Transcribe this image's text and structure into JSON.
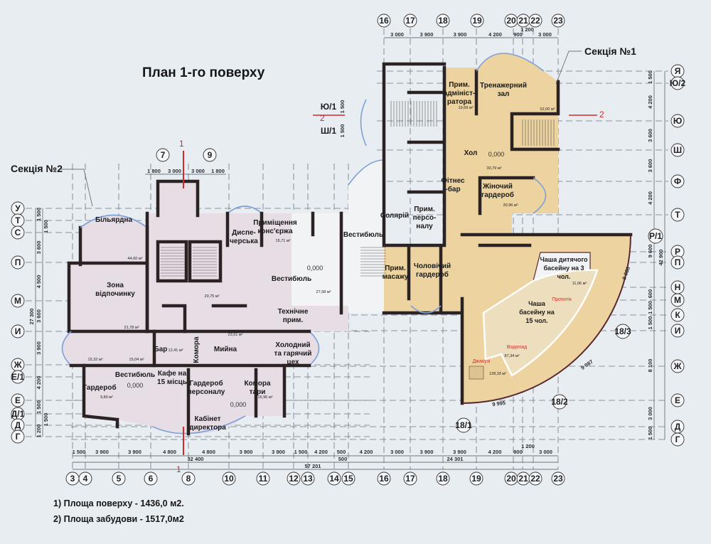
{
  "title": "План 1-го поверху",
  "sections": [
    "Секція №2",
    "Секція №1"
  ],
  "notes": [
    "1)  Площа поверху - 1436,0 м2.",
    "2)  Площа забудови - 1517,0м2"
  ],
  "axes": {
    "bottom_columns": [
      "3",
      "4",
      "5",
      "6",
      "8",
      "10",
      "11",
      "12",
      "13",
      "14",
      "15",
      "16",
      "17",
      "18",
      "19",
      "20",
      "21",
      "22",
      "23"
    ],
    "top_columns": [
      "16",
      "17",
      "18",
      "19",
      "20",
      "21",
      "22",
      "23"
    ],
    "section2_columns": [
      "7",
      "9"
    ],
    "right_rows": [
      "Я",
      "Ю/2",
      "Ю",
      "Ш",
      "Ф",
      "Т",
      "Р",
      "П",
      "Н",
      "М",
      "К",
      "И",
      "Ж",
      "Е",
      "Д",
      "Г"
    ],
    "left_rows": [
      "У",
      "Т",
      "С",
      "П",
      "М",
      "И",
      "Ж",
      "Е/1",
      "Е",
      "Д/1",
      "Д",
      "Г"
    ],
    "misc": [
      "Р/1",
      "18/1",
      "18/2",
      "18/3",
      "Ю/1",
      "Ш/1"
    ]
  },
  "dimensions": {
    "bottom_row1": [
      "1 500",
      "3 900",
      "3 900",
      "4 800",
      "4 800",
      "3 900",
      "3 900",
      "1 500",
      "4 200",
      "500",
      "4 200",
      "3 000",
      "3 900",
      "3 900",
      "4 200",
      "900",
      "1 200",
      "3 000"
    ],
    "bottom_row2": [
      "32 400",
      "500",
      "24 301"
    ],
    "bottom_total": "57 201",
    "top_row": [
      "3 000",
      "3 900",
      "3 900",
      "4 200",
      "900",
      "1 200",
      "3 000"
    ],
    "section2_top": [
      "1 800",
      "3 000",
      "3 000",
      "1 800"
    ],
    "right_col": [
      "1 500",
      "4 200",
      "3 600",
      "3 600",
      "4 200",
      "9 600",
      "600",
      "1 500",
      "1 500",
      "8 100",
      "3 000",
      "1 500"
    ],
    "right_total": "42 900",
    "left_col": [
      "1 500",
      "1 500",
      "3 600",
      "4 500",
      "3 600",
      "3 900",
      "4 200",
      "1 500",
      "1 500",
      "1 200"
    ],
    "left_total": "27 300",
    "stair_side": [
      "1 500",
      "1 500"
    ],
    "arc": [
      "9 986",
      "9 987",
      "9 995"
    ]
  },
  "section_cuts": [
    "1",
    "1",
    "2",
    "2"
  ],
  "rooms": [
    [
      "Більярдна"
    ],
    [
      "Зона",
      "відпочинку"
    ],
    [
      "Диспе-",
      "черська"
    ],
    [
      "Приміщення",
      "конс'єржа"
    ],
    [
      "Вестибюль"
    ],
    [
      "Технічне",
      "прим."
    ],
    [
      "Бар"
    ],
    [
      "Комора"
    ],
    [
      "Мийна"
    ],
    [
      "Холодний",
      "та гарячий",
      "цех"
    ],
    [
      "Кафе на",
      "15 місць"
    ],
    [
      "Гардероб"
    ],
    [
      "Вестибюль"
    ],
    [
      "Гардероб",
      "персоналу"
    ],
    [
      "Комора",
      "тари"
    ],
    [
      "Кабінет",
      "директора"
    ],
    [
      "Вестибюль"
    ],
    [
      "Прим.",
      "адмініст-",
      "ратора"
    ],
    [
      "Тренажерний",
      "зал"
    ],
    [
      "Хол"
    ],
    [
      "Фітнес",
      "-бар"
    ],
    [
      "Жіночий",
      "гардероб"
    ],
    [
      "Солярій"
    ],
    [
      "Прим.",
      "персо-",
      "налу"
    ],
    [
      "Прим.",
      "масажу"
    ],
    [
      "Чоловічий",
      "гардероб"
    ],
    [
      "Чаша дитячого",
      "басейну на 3",
      "чол."
    ],
    [
      "Чаша",
      "басейну на",
      "15 чол."
    ]
  ],
  "areas": [
    "44,60 м²",
    "21,78 м²",
    "15,32 м²",
    "15,04 м²",
    "12,41 м²",
    "20,75 м²",
    "23,51 м²",
    "27,58 м²",
    "15,71 м²",
    "19,69 м²",
    "52,00 м²",
    "30,79 м²",
    "30,96 м²",
    "87,34 м²",
    "128,33 м²",
    "11,06 м²",
    "9,80 м²",
    "15,96 м²"
  ],
  "levels": [
    "0,000",
    "0,000",
    "0,000",
    "0,000"
  ],
  "pool_marks": [
    "Протитік",
    "Водопад",
    "Джакузі"
  ],
  "colors": {
    "section2_fill": "#e6dde5",
    "section1_fill": "#ecd39f",
    "wall": "#2b2224",
    "background": "#e8edf2",
    "cut_marker": "#d8262a"
  }
}
